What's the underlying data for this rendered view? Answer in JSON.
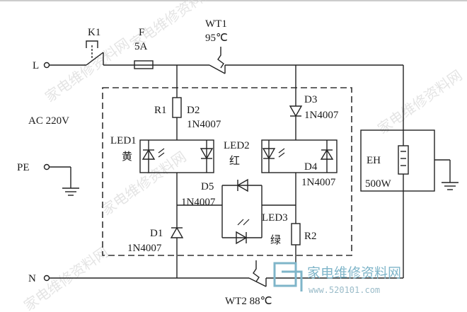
{
  "labels": {
    "k1": "K1",
    "fuse_name": "F",
    "fuse_rating": "5A",
    "wt1_name": "WT1",
    "wt1_temp": "95℃",
    "line_terminal": "L",
    "neutral_terminal": "N",
    "pe_terminal": "PE",
    "supply": "AC 220V",
    "r1": "R1",
    "d2_name": "D2",
    "d2_part": "1N4007",
    "d3_name": "D3",
    "d3_part": "1N4007",
    "led1": "LED1",
    "led1_color": "黄",
    "led2": "LED2",
    "led2_color": "红",
    "d4_name": "D4",
    "d4_part": "1N4007",
    "d5_name": "D5",
    "d5_part": "1N4007",
    "led3": "LED3",
    "led3_color": "绿",
    "r2": "R2",
    "d1_name": "D1",
    "d1_part": "1N4007",
    "heater": "EH",
    "heater_power": "500W",
    "wt2": "WT2 88℃"
  },
  "watermark": {
    "text": "家电维修资料网",
    "brand": "家电维修资料网",
    "url": "www.520101.com"
  }
}
